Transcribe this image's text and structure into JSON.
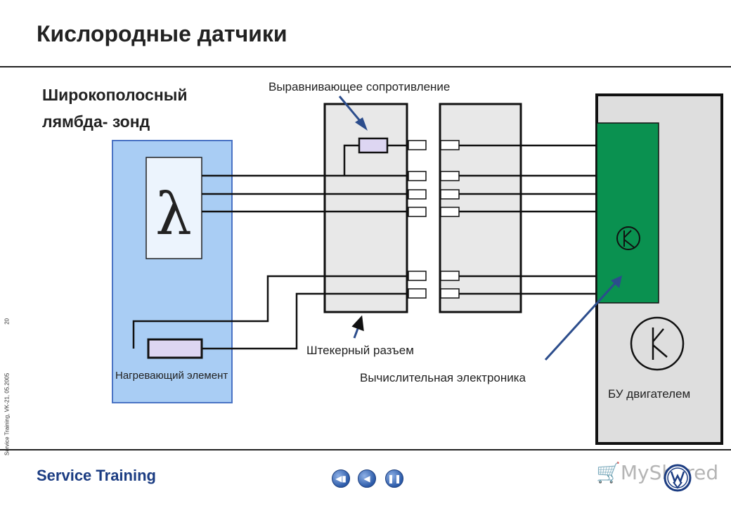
{
  "header": {
    "title": "Кислородные датчики"
  },
  "diagram": {
    "subtitle_line1": "Широкополосный",
    "subtitle_line2": "лямбда- зонд",
    "lambda_symbol": "λ",
    "labels": {
      "trim_resistor": "Выравнивающее сопротивление",
      "connector": "Штекерный разъем",
      "heater": "Нагревающий элемент",
      "electronics": "Вычислительная электроника",
      "ecu": "БУ двигателем"
    }
  },
  "footer": {
    "brand": "Service Training",
    "side_note": "Service Training, VK-21, 05.2005",
    "page_number": "20",
    "watermark": "MyShared",
    "nav": {
      "first": "◀▮",
      "prev": "◀",
      "pause": "❚❚"
    }
  },
  "colors": {
    "sensor_fill": "#a9cdf4",
    "sensor_border": "#4a73c4",
    "electronics_green": "#0a9150",
    "ecu_gray": "#dedede",
    "connector_gray": "#e8e8e8",
    "resistor_fill": "#ddd6f2",
    "arrow_blue": "#2c4d8c",
    "brand_blue": "#1b3c82"
  }
}
